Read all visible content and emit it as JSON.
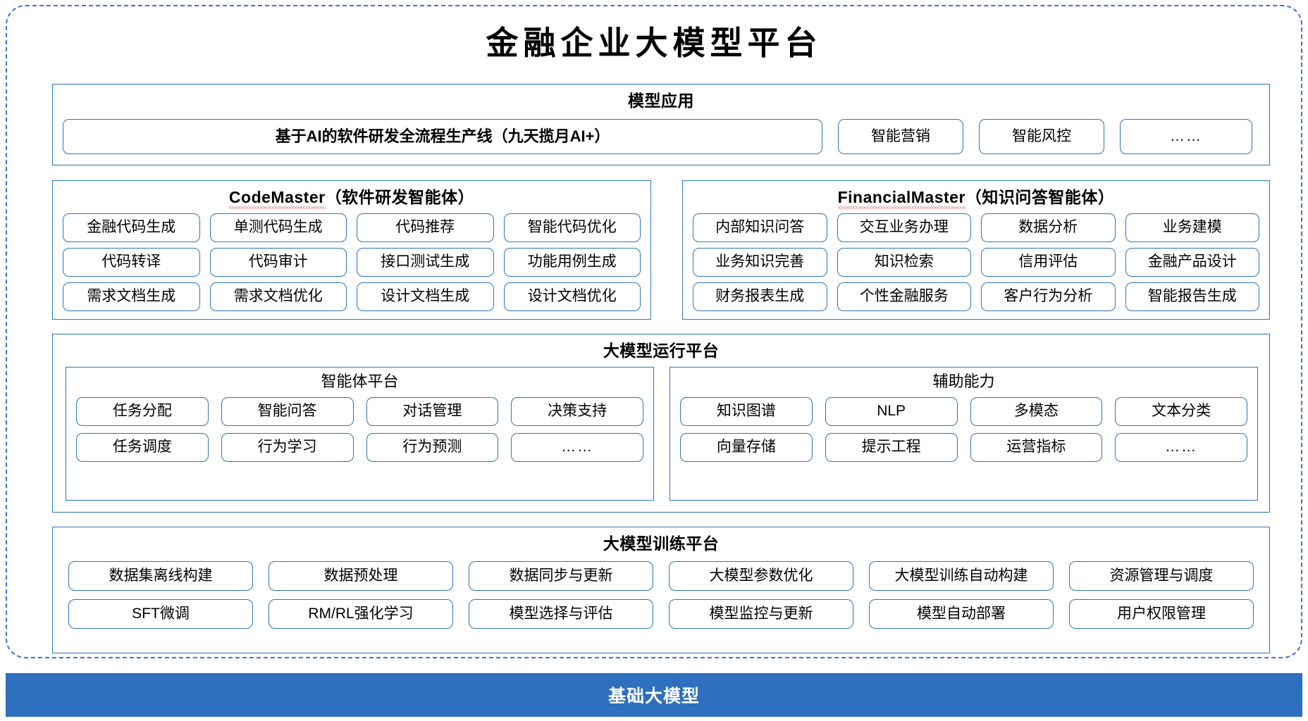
{
  "page": {
    "title": "金融企业大模型平台"
  },
  "sections": {
    "application": {
      "title": "模型应用",
      "items": [
        "基于AI的软件研发全流程生产线（九天揽月AI+）",
        "智能营销",
        "智能风控",
        "……"
      ]
    },
    "code_master": {
      "name": "CodeMaster",
      "suffix": "（软件研发智能体）",
      "items": [
        "金融代码生成",
        "单测代码生成",
        "代码推荐",
        "智能代码优化",
        "代码转译",
        "代码审计",
        "接口测试生成",
        "功能用例生成",
        "需求文档生成",
        "需求文档优化",
        "设计文档生成",
        "设计文档优化"
      ]
    },
    "financial_master": {
      "name": "FinancialMaster",
      "suffix": "（知识问答智能体）",
      "items": [
        "内部知识问答",
        "交互业务办理",
        "数据分析",
        "业务建模",
        "业务知识完善",
        "知识检索",
        "信用评估",
        "金融产品设计",
        "财务报表生成",
        "个性金融服务",
        "客户行为分析",
        "智能报告生成"
      ]
    },
    "runtime": {
      "title": "大模型运行平台",
      "agent_platform": {
        "title": "智能体平台",
        "items": [
          "任务分配",
          "智能问答",
          "对话管理",
          "决策支持",
          "任务调度",
          "行为学习",
          "行为预测",
          "……"
        ]
      },
      "support_capability": {
        "title": "辅助能力",
        "items": [
          "知识图谱",
          "NLP",
          "多模态",
          "文本分类",
          "向量存储",
          "提示工程",
          "运营指标",
          "……"
        ]
      }
    },
    "training": {
      "title": "大模型训练平台",
      "items": [
        "数据集离线构建",
        "数据预处理",
        "数据同步与更新",
        "大模型参数优化",
        "大模型训练自动构建",
        "资源管理与调度",
        "SFT微调",
        "RM/RL强化学习",
        "模型选择与评估",
        "模型监控与更新",
        "模型自动部署",
        "用户权限管理"
      ]
    },
    "base_model": {
      "label": "基础大模型"
    }
  },
  "colors": {
    "frame_border": "#3F6FD8",
    "box_border": "#2E75B6",
    "base_bar": "#2E6FBE",
    "text": "#000000",
    "bar_text": "#FFFFFF",
    "spellcheck_underline": "#E03131"
  }
}
